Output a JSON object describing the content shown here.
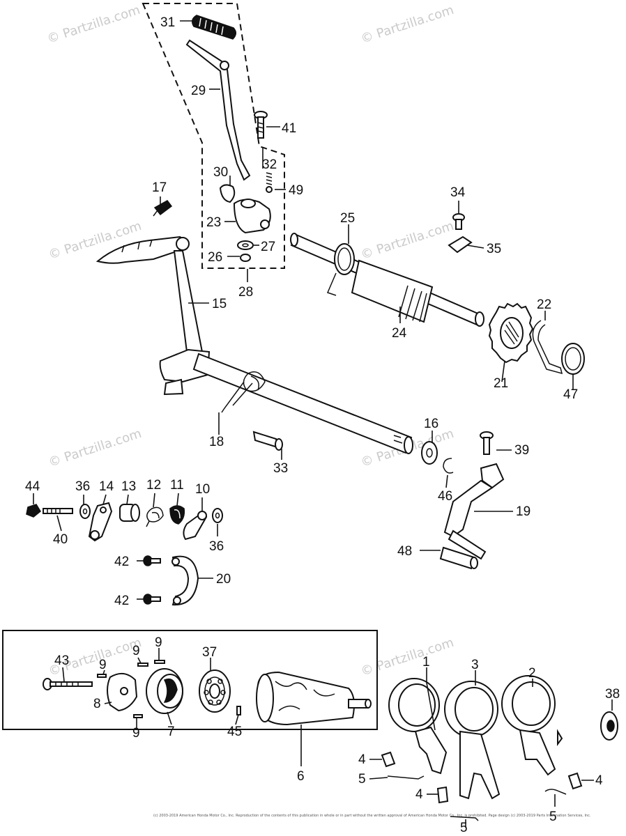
{
  "diagram": {
    "watermark": "© Partzilla.com",
    "footer_text": "(c) 2003-2019 American Honda Motor Co., Inc. Reproduction of the contents of this publication in whole or in part without the written approval of American Honda Motor Co., Inc. is prohibited. Page design (c) 2003-2019 Parts Information Services, Inc.",
    "callouts": {
      "c31": "31",
      "c29": "29",
      "c41": "41",
      "c30": "30",
      "c32": "32",
      "c49": "49",
      "c17": "17",
      "c23": "23",
      "c27": "27",
      "c26": "26",
      "c28": "28",
      "c15": "15",
      "c34": "34",
      "c35": "35",
      "c25": "25",
      "c24": "24",
      "c22": "22",
      "c21": "21",
      "c47": "47",
      "c18": "18",
      "c16": "16",
      "c39": "39",
      "c33": "33",
      "c46": "46",
      "c19": "19",
      "c48": "48",
      "c44": "44",
      "c36a": "36",
      "c14": "14",
      "c13": "13",
      "c12": "12",
      "c11": "11",
      "c10": "10",
      "c40": "40",
      "c36b": "36",
      "c42a": "42",
      "c20": "20",
      "c42b": "42",
      "c43": "43",
      "c9a": "9",
      "c9b": "9",
      "c9c": "9",
      "c9d": "9",
      "c37": "37",
      "c8": "8",
      "c7": "7",
      "c45": "45",
      "c6": "6",
      "c1": "1",
      "c3": "3",
      "c2": "2",
      "c38": "38",
      "c4a": "4",
      "c5a": "5",
      "c4b": "4",
      "c4c": "4",
      "c5b": "5",
      "c5c": "5"
    }
  }
}
